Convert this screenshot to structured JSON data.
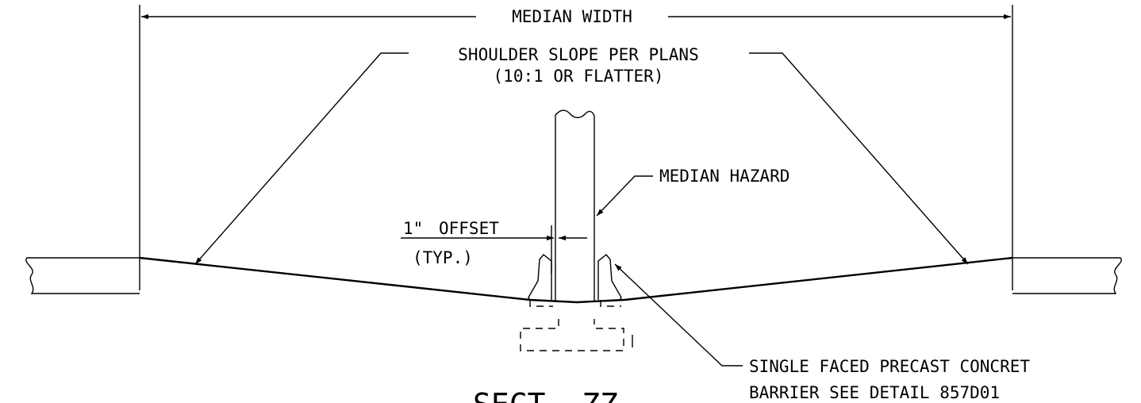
{
  "labels": {
    "median_width": "MEDIAN WIDTH",
    "shoulder_line1": "SHOULDER SLOPE PER PLANS",
    "shoulder_line2": "(10:1  OR FLATTER)",
    "median_hazard": "MEDIAN HAZARD",
    "offset_value": "1\"",
    "offset_word": "OFFSET",
    "offset_typ": "(TYP.)",
    "barrier_line1": "SINGLE FACED PRECAST CONCRET",
    "barrier_line2": "BARRIER SEE DETAIL 857D01",
    "section_title": "SECT. ZZ"
  }
}
